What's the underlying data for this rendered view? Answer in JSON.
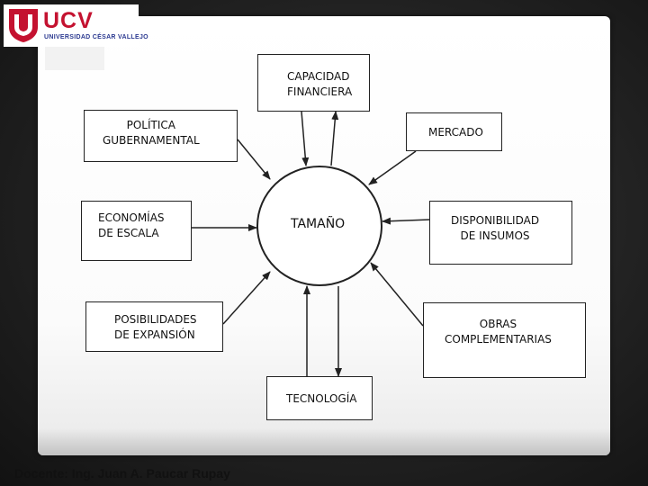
{
  "logo": {
    "wordmark": "UCV",
    "subtitle": "UNIVERSIDAD CÉSAR VALLEJO",
    "brand_color": "#c41230",
    "secondary_color": "#2b3990",
    "icon": "ucv-crest-icon"
  },
  "diagram": {
    "center": "TAMAÑO",
    "factors": {
      "capacidad_financiera": "CAPACIDAD\nFINANCIERA",
      "politica_gubernamental": "POLÍTICA\nGUBERNAMENTAL",
      "mercado": "MERCADO",
      "economias_escala": "ECONOMÍAS\nDE ESCALA",
      "disponibilidad_insumos": "DISPONIBILIDAD\nDE INSUMOS",
      "posibilidades_expansion": "POSIBILIDADES\nDE EXPANSIÓN",
      "obras_complementarias": "OBRAS\nCOMPLEMENTARIAS",
      "tecnologia": "TECNOLOGÍA"
    },
    "connections": [
      {
        "from": "capacidad_financiera",
        "to": "center",
        "direction": "to-center"
      },
      {
        "from": "center",
        "to": "capacidad_financiera",
        "direction": "to-factor"
      },
      {
        "from": "politica_gubernamental",
        "to": "center",
        "direction": "to-center"
      },
      {
        "from": "mercado",
        "to": "center",
        "direction": "to-center"
      },
      {
        "from": "economias_escala",
        "to": "center",
        "direction": "to-center"
      },
      {
        "from": "disponibilidad_insumos",
        "to": "center",
        "direction": "to-center"
      },
      {
        "from": "posibilidades_expansion",
        "to": "center",
        "direction": "to-center"
      },
      {
        "from": "obras_complementarias",
        "to": "center",
        "direction": "to-center"
      },
      {
        "from": "tecnologia",
        "to": "center",
        "direction": "to-center"
      },
      {
        "from": "center",
        "to": "tecnologia",
        "direction": "to-factor"
      }
    ]
  },
  "footer": {
    "text": "Docente: Ing. Juan A. Paucar Rupay"
  }
}
